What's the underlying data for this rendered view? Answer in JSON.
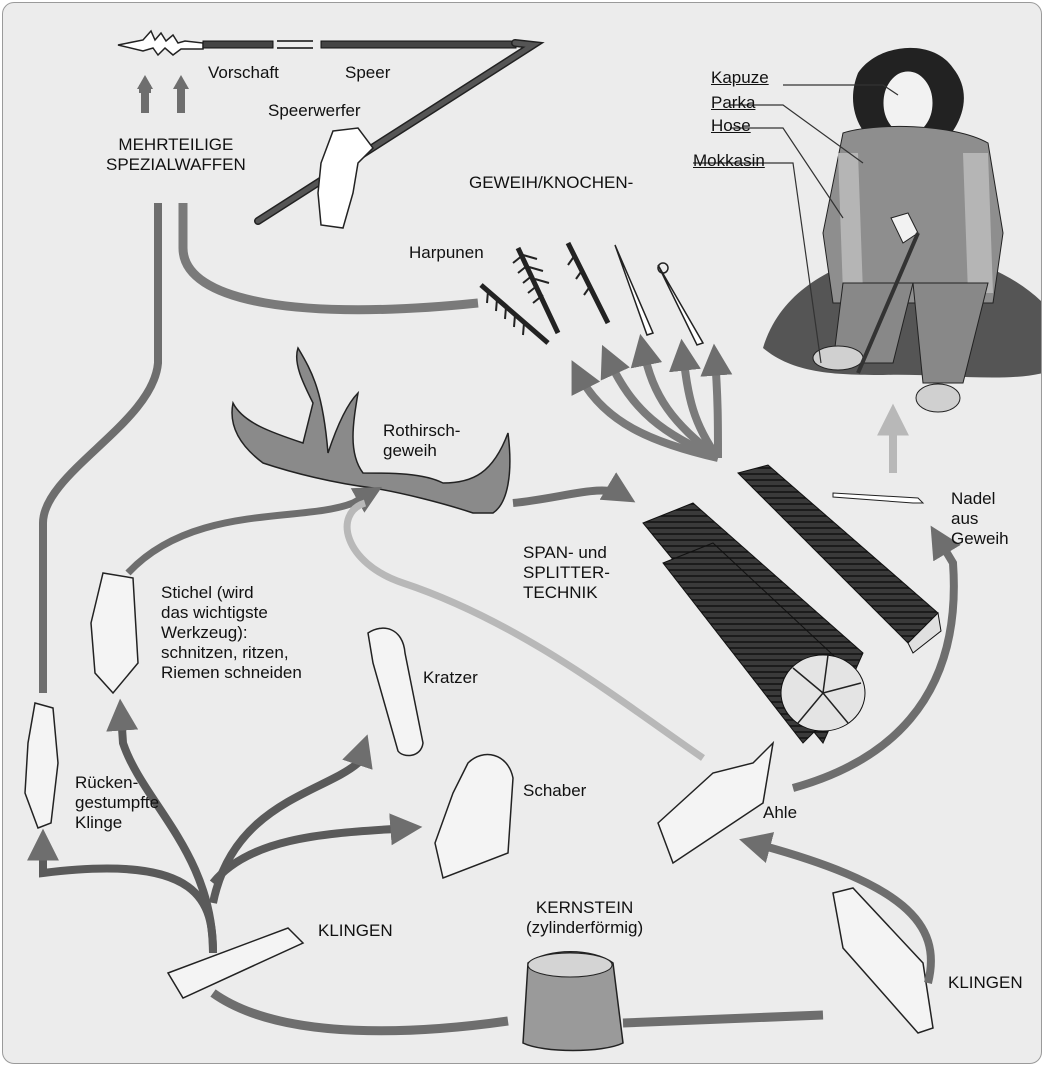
{
  "labels": {
    "vorschaft": "Vorschaft",
    "speer": "Speer",
    "speerwerfer": "Speerwerfer",
    "mehrteilige": "MEHRTEILIGE\nSPEZIALWAFFEN",
    "kapuze": "Kapuze",
    "parka": "Parka",
    "hose": "Hose",
    "mokkasin": "Mokkasin",
    "geweih_knochen": "GEWEIH/KNOCHEN-",
    "harpunen": "Harpunen",
    "rothirsch": "Rothirsch-\ngeweih",
    "nadel": "Nadel\naus\nGeweih",
    "span": "SPAN- und\nSPLITTER-\nTECHNIK",
    "stichel": "Stichel (wird\ndas wichtigste\nWerkzeug):\nschnitzen, ritzen,\nRiemen schneiden",
    "kratzer": "Kratzer",
    "schaber": "Schaber",
    "ruecken": "Rücken-\ngestumpfte\nKlinge",
    "ahle": "Ahle",
    "klingen_left": "KLINGEN",
    "kernstein": "KERNSTEIN\n(zylinderförmig)",
    "klingen_right": "KLINGEN"
  },
  "colors": {
    "background": "#ececec",
    "arrow": "#6e6e6e",
    "arrow_light": "#b8b8b8",
    "outline": "#2a2a2a"
  }
}
